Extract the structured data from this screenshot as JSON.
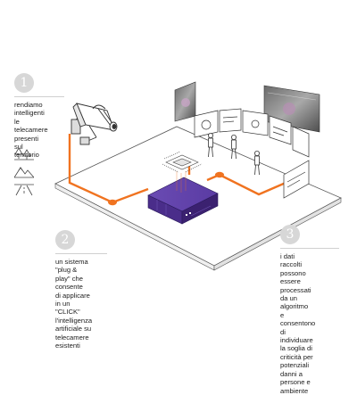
{
  "steps": [
    {
      "number": "1",
      "text": "rendiamo\nintelligenti\nle telecamere\npresenti sul\nterritorio"
    },
    {
      "number": "2",
      "text": "un sistema \"plug &\nplay\" che consente\ndi applicare in un\n\"CLICK\" l'intelligenza\nartificiale su\ntelecamere esistenti"
    },
    {
      "number": "3",
      "text": "i dati raccolti possono\nessere processati\nda un algoritmo\ne consentono di\nindividuare la soglia di\ncriticità per potenziali\ndanni a persone e\nambiente"
    }
  ],
  "icons": [
    "tree-icon",
    "mountain-icon",
    "road-icon"
  ],
  "colors": {
    "accent_orange": "#f07320",
    "server_purple": "#4a2d8a",
    "badge_grey": "#d7d7d7",
    "line_grey": "#444444"
  }
}
